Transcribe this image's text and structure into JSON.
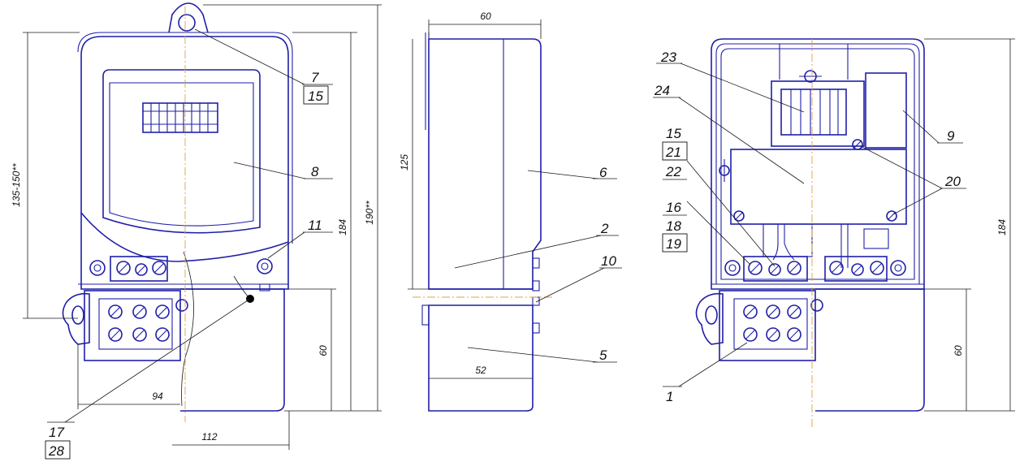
{
  "views": {
    "front": {
      "labels": [
        "7",
        "15",
        "8",
        "11",
        "17",
        "28"
      ],
      "dims": [
        "135-150**",
        "184",
        "190**",
        "60",
        "94",
        "112"
      ]
    },
    "side": {
      "labels": [
        "6",
        "2",
        "10",
        "5"
      ],
      "dims": [
        "60",
        "125",
        "52"
      ]
    },
    "open": {
      "labels": [
        "23",
        "24",
        "15",
        "21",
        "22",
        "16",
        "18",
        "19",
        "9",
        "20",
        "1"
      ],
      "dims": [
        "184",
        "60"
      ]
    }
  },
  "colors": {
    "outline": "#1f1fa8",
    "axis": "#e0a040",
    "text": "#111111"
  }
}
